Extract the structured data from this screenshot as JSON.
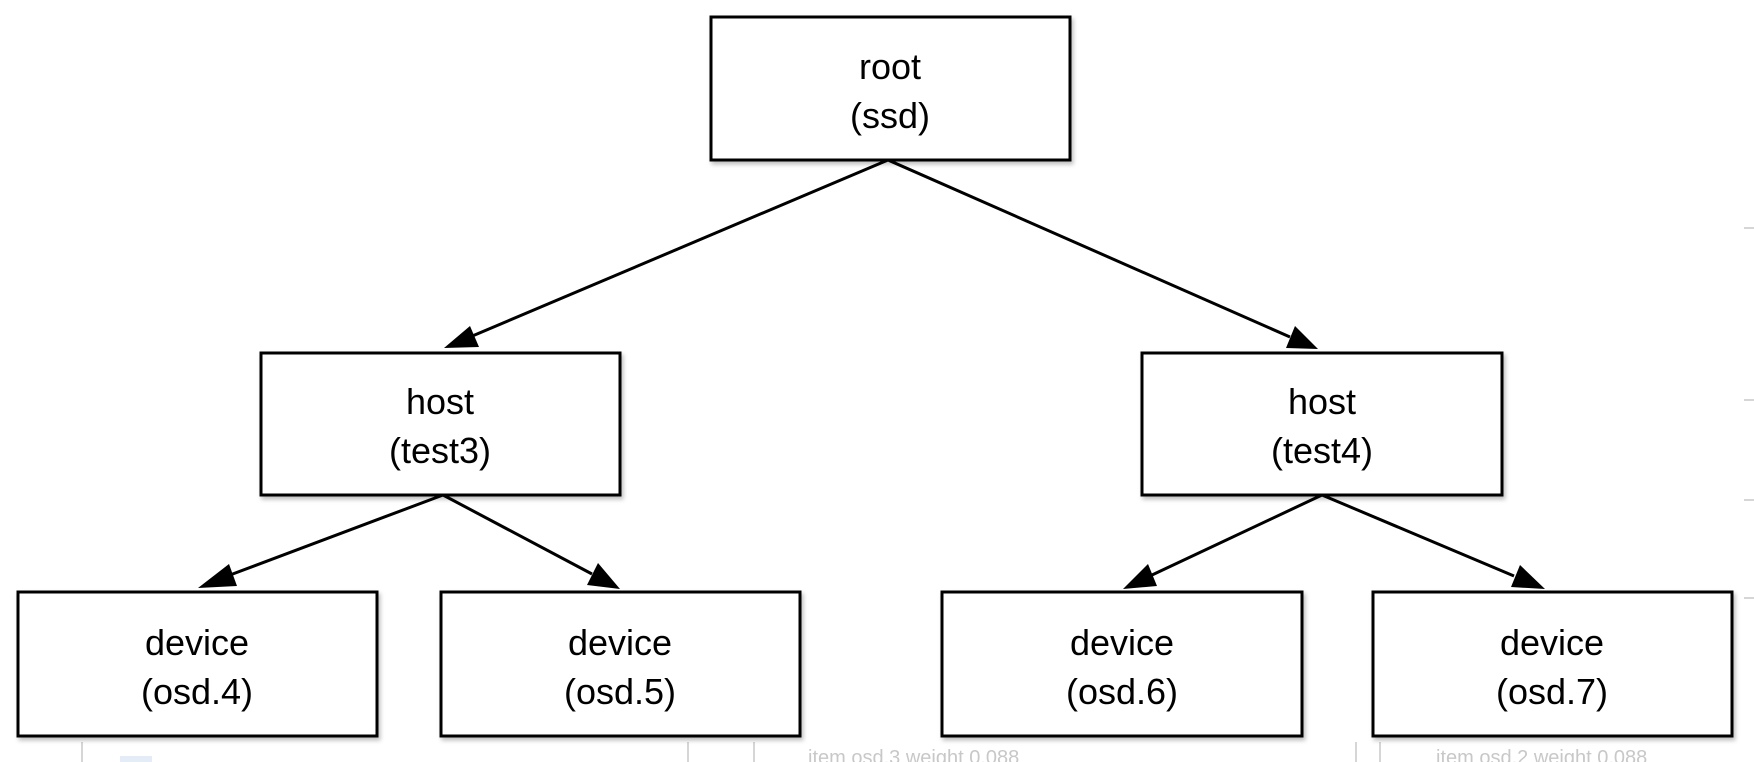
{
  "diagram": {
    "root": {
      "type": "root",
      "name": "(ssd)"
    },
    "hosts": [
      {
        "type": "host",
        "name": "(test3)"
      },
      {
        "type": "host",
        "name": "(test4)"
      }
    ],
    "devices": [
      {
        "type": "device",
        "name": "(osd.4)"
      },
      {
        "type": "device",
        "name": "(osd.5)"
      },
      {
        "type": "device",
        "name": "(osd.6)"
      },
      {
        "type": "device",
        "name": "(osd.7)"
      }
    ],
    "colors": {
      "box_fill": "#ffffff",
      "box_stroke": "#000000",
      "edge": "#000000"
    }
  },
  "background_fragments": {
    "left": "item osd.3 weight 0.088",
    "right": "item osd.2 weight 0.088"
  }
}
